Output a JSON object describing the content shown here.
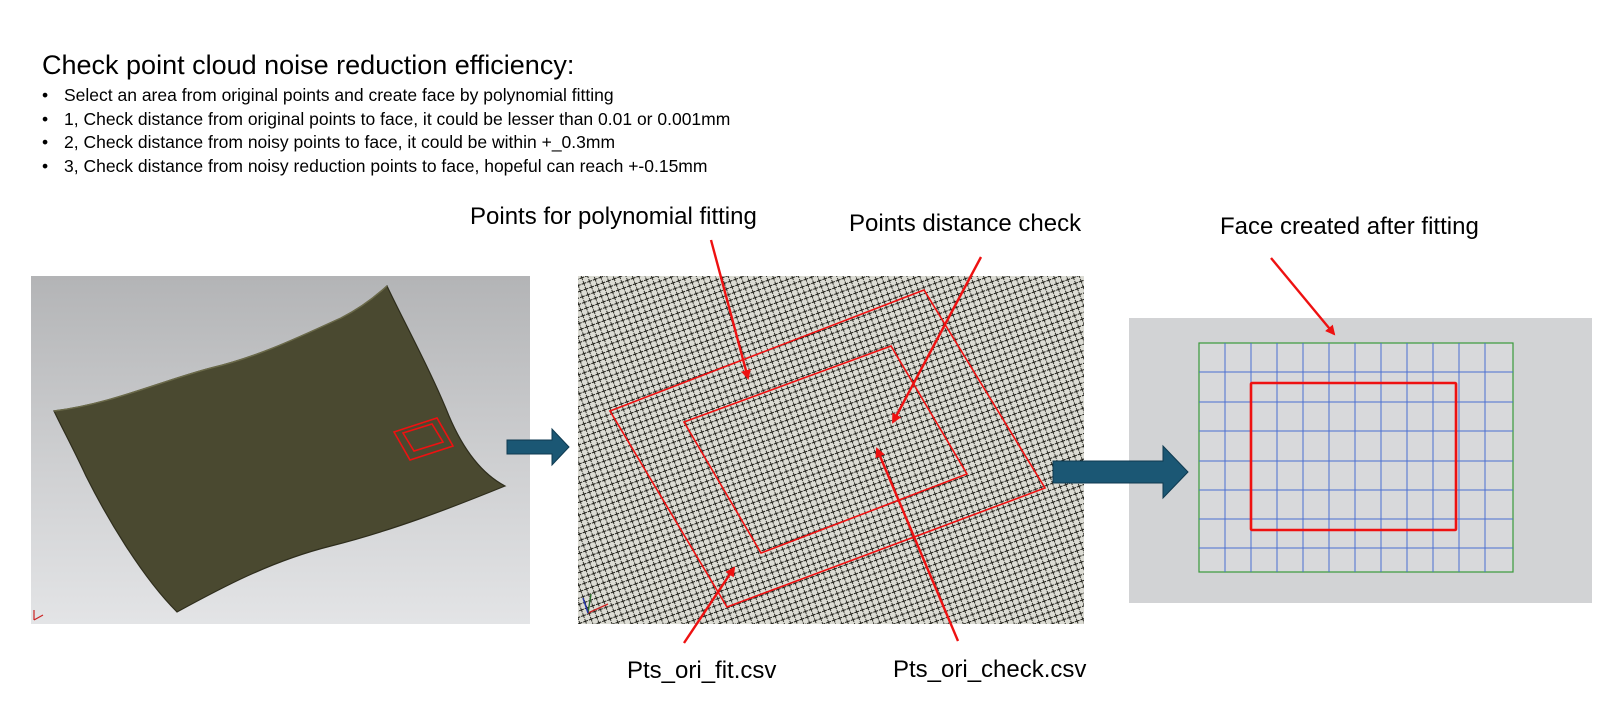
{
  "slide": {
    "title": "Check point cloud noise reduction efficiency:",
    "bullets": [
      "Select an area from original points and create face by polynomial fitting",
      "1, Check distance from original points to face, it could be lesser than 0.01 or 0.001mm",
      "2, Check distance from noisy points to face, it could be within +_0.3mm",
      "3, Check distance from noisy reduction points to face, hopeful can reach +-0.15mm"
    ]
  },
  "labels": {
    "points_for_fitting": "Points for polynomial fitting",
    "points_distance_check": "Points distance check",
    "face_created": "Face created after fitting",
    "fit_csv": "Pts_ori_fit.csv",
    "check_csv": "Pts_ori_check.csv"
  },
  "colors": {
    "annotation_red": "#ee1111",
    "flow_arrow": "#1b5774",
    "surface_olive": "#4a4930",
    "face_grid_blue": "#4a6fd0",
    "face_border_green": "#3a9a3a"
  },
  "icons": {
    "flow_arrow": "arrow-right-icon",
    "axis_triad": "axis-triad-icon"
  }
}
